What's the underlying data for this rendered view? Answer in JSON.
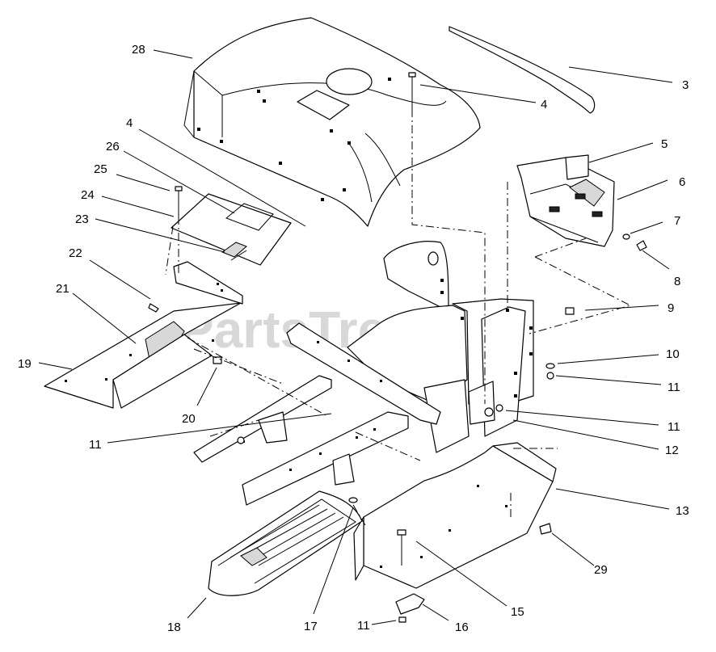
{
  "watermark": "PartsTree",
  "callouts": [
    {
      "id": "c28",
      "text": "28"
    },
    {
      "id": "c3",
      "text": "3"
    },
    {
      "id": "c4a",
      "text": "4"
    },
    {
      "id": "c4b",
      "text": "4"
    },
    {
      "id": "c26",
      "text": "26"
    },
    {
      "id": "c25",
      "text": "25"
    },
    {
      "id": "c24",
      "text": "24"
    },
    {
      "id": "c23",
      "text": "23"
    },
    {
      "id": "c22",
      "text": "22"
    },
    {
      "id": "c21",
      "text": "21"
    },
    {
      "id": "c19",
      "text": "19"
    },
    {
      "id": "c20",
      "text": "20"
    },
    {
      "id": "c5",
      "text": "5"
    },
    {
      "id": "c6",
      "text": "6"
    },
    {
      "id": "c7",
      "text": "7"
    },
    {
      "id": "c8",
      "text": "8"
    },
    {
      "id": "c9",
      "text": "9"
    },
    {
      "id": "c10",
      "text": "10"
    },
    {
      "id": "c11a",
      "text": "11"
    },
    {
      "id": "c11b",
      "text": "11"
    },
    {
      "id": "c11c",
      "text": "11"
    },
    {
      "id": "c11d",
      "text": "11"
    },
    {
      "id": "c12",
      "text": "12"
    },
    {
      "id": "c13",
      "text": "13"
    },
    {
      "id": "c29",
      "text": "29"
    },
    {
      "id": "c15",
      "text": "15"
    },
    {
      "id": "c16",
      "text": "16"
    },
    {
      "id": "c17",
      "text": "17"
    },
    {
      "id": "c18",
      "text": "18"
    }
  ]
}
